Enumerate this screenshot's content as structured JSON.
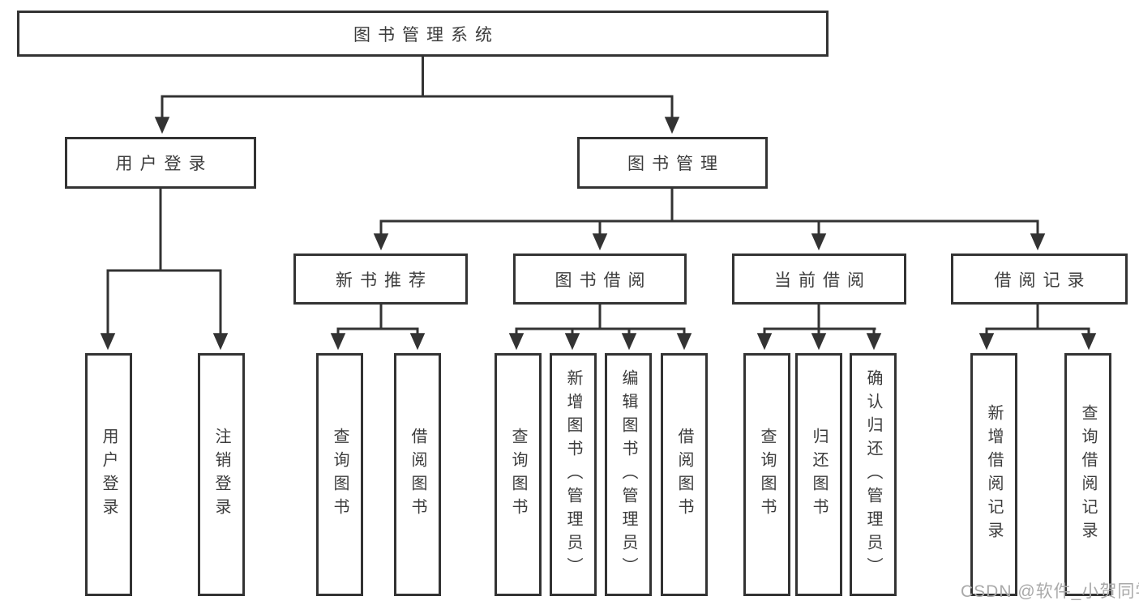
{
  "diagram": {
    "title": "图书管理系统",
    "nodes": {
      "root": {
        "label": "图书管理系统"
      },
      "user_login": {
        "label": "用户登录"
      },
      "book_mgmt": {
        "label": "图书管理"
      },
      "new_book_rec": {
        "label": "新书推荐"
      },
      "book_borrow": {
        "label": "图书借阅"
      },
      "current_borrow": {
        "label": "当前借阅"
      },
      "borrow_records": {
        "label": "借阅记录"
      }
    },
    "leaves": [
      {
        "label": "用户登录",
        "parent": "用户登录"
      },
      {
        "label": "注销登录",
        "parent": "用户登录"
      },
      {
        "label": "查询图书",
        "parent": "新书推荐"
      },
      {
        "label": "借阅图书",
        "parent": "新书推荐"
      },
      {
        "label": "查询图书",
        "parent": "图书借阅"
      },
      {
        "label": "新增图书（管理员）",
        "parent": "图书借阅"
      },
      {
        "label": "编辑图书（管理员）",
        "parent": "图书借阅"
      },
      {
        "label": "借阅图书",
        "parent": "图书借阅"
      },
      {
        "label": "查询图书",
        "parent": "当前借阅"
      },
      {
        "label": "归还图书",
        "parent": "当前借阅"
      },
      {
        "label": "确认归还（管理员）",
        "parent": "当前借阅"
      },
      {
        "label": "新增借阅记录",
        "parent": "借阅记录"
      },
      {
        "label": "查询借阅记录",
        "parent": "借阅记录"
      }
    ],
    "colors": {
      "line": "#333333",
      "border": "#333333",
      "text": "#3c3c3c",
      "background": "#ffffff",
      "watermark": "#a9a9a9"
    }
  },
  "watermark": {
    "text": "CSDN @软件_小贺同学"
  }
}
